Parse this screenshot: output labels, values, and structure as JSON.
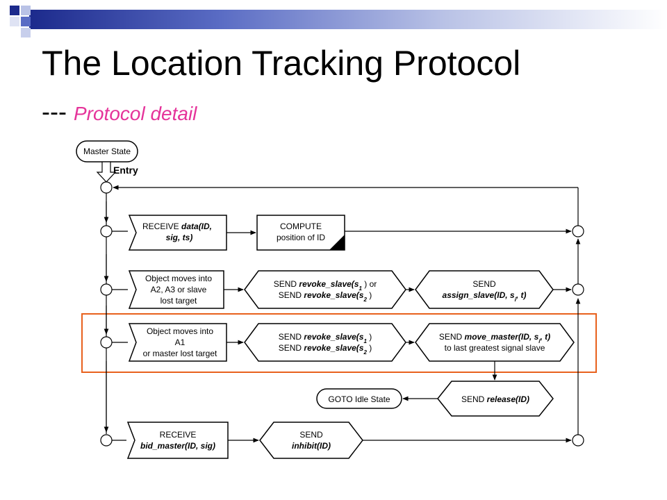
{
  "slide": {
    "title": "The Location Tracking Protocol",
    "title_dashes": "---",
    "subtitle": "Protocol detail",
    "subtitle_color": "#e5339a",
    "highlight_color": "#e8601c"
  },
  "diagram": {
    "master_state": "Master State",
    "entry": "Entry",
    "row1": {
      "receive_prefix": "RECEIVE ",
      "receive_msg": "data(ID,",
      "receive_msg2": "sig, ts)",
      "compute_line1": "COMPUTE",
      "compute_line2": "position of ID"
    },
    "row2": {
      "event_line1": "Object moves into",
      "event_line2": "A2, A3 or slave",
      "event_line3": "lost target",
      "send_a_line1_prefix": "SEND ",
      "send_a_line1_msg": "revoke_slave(s",
      "send_a_line1_sub": "1",
      "send_a_line1_suffix": " ) or",
      "send_a_line2_prefix": "SEND ",
      "send_a_line2_msg": "revoke_slave(s",
      "send_a_line2_sub": "2",
      "send_a_line2_suffix": " )",
      "send_b_line1": "SEND",
      "send_b_line2_msg": "assign_slave(ID, s",
      "send_b_line2_sub": "i",
      "send_b_line2_suffix": ", t)"
    },
    "row3": {
      "event_line1": "Object moves into",
      "event_line2": "A1",
      "event_line3": "or master lost target",
      "send_a_line1_prefix": "SEND ",
      "send_a_line1_msg": "revoke_slave(s",
      "send_a_line1_sub": "1",
      "send_a_line1_suffix": " )",
      "send_a_line2_prefix": "SEND ",
      "send_a_line2_msg": "revoke_slave(s",
      "send_a_line2_sub": "2",
      "send_a_line2_suffix": " )",
      "send_b_line1_prefix": "SEND ",
      "send_b_line1_msg": "move_master(ID, s",
      "send_b_line1_sub": "i",
      "send_b_line1_suffix": ", t)",
      "send_b_line2": "to last greatest signal slave"
    },
    "release": {
      "goto": "GOTO Idle State",
      "send_prefix": "SEND ",
      "send_msg": "release(ID)"
    },
    "row4": {
      "receive_line1": "RECEIVE",
      "receive_line2": "bid_master(ID, sig)",
      "send_line1": "SEND",
      "send_line2": "inhibit(ID)"
    }
  }
}
